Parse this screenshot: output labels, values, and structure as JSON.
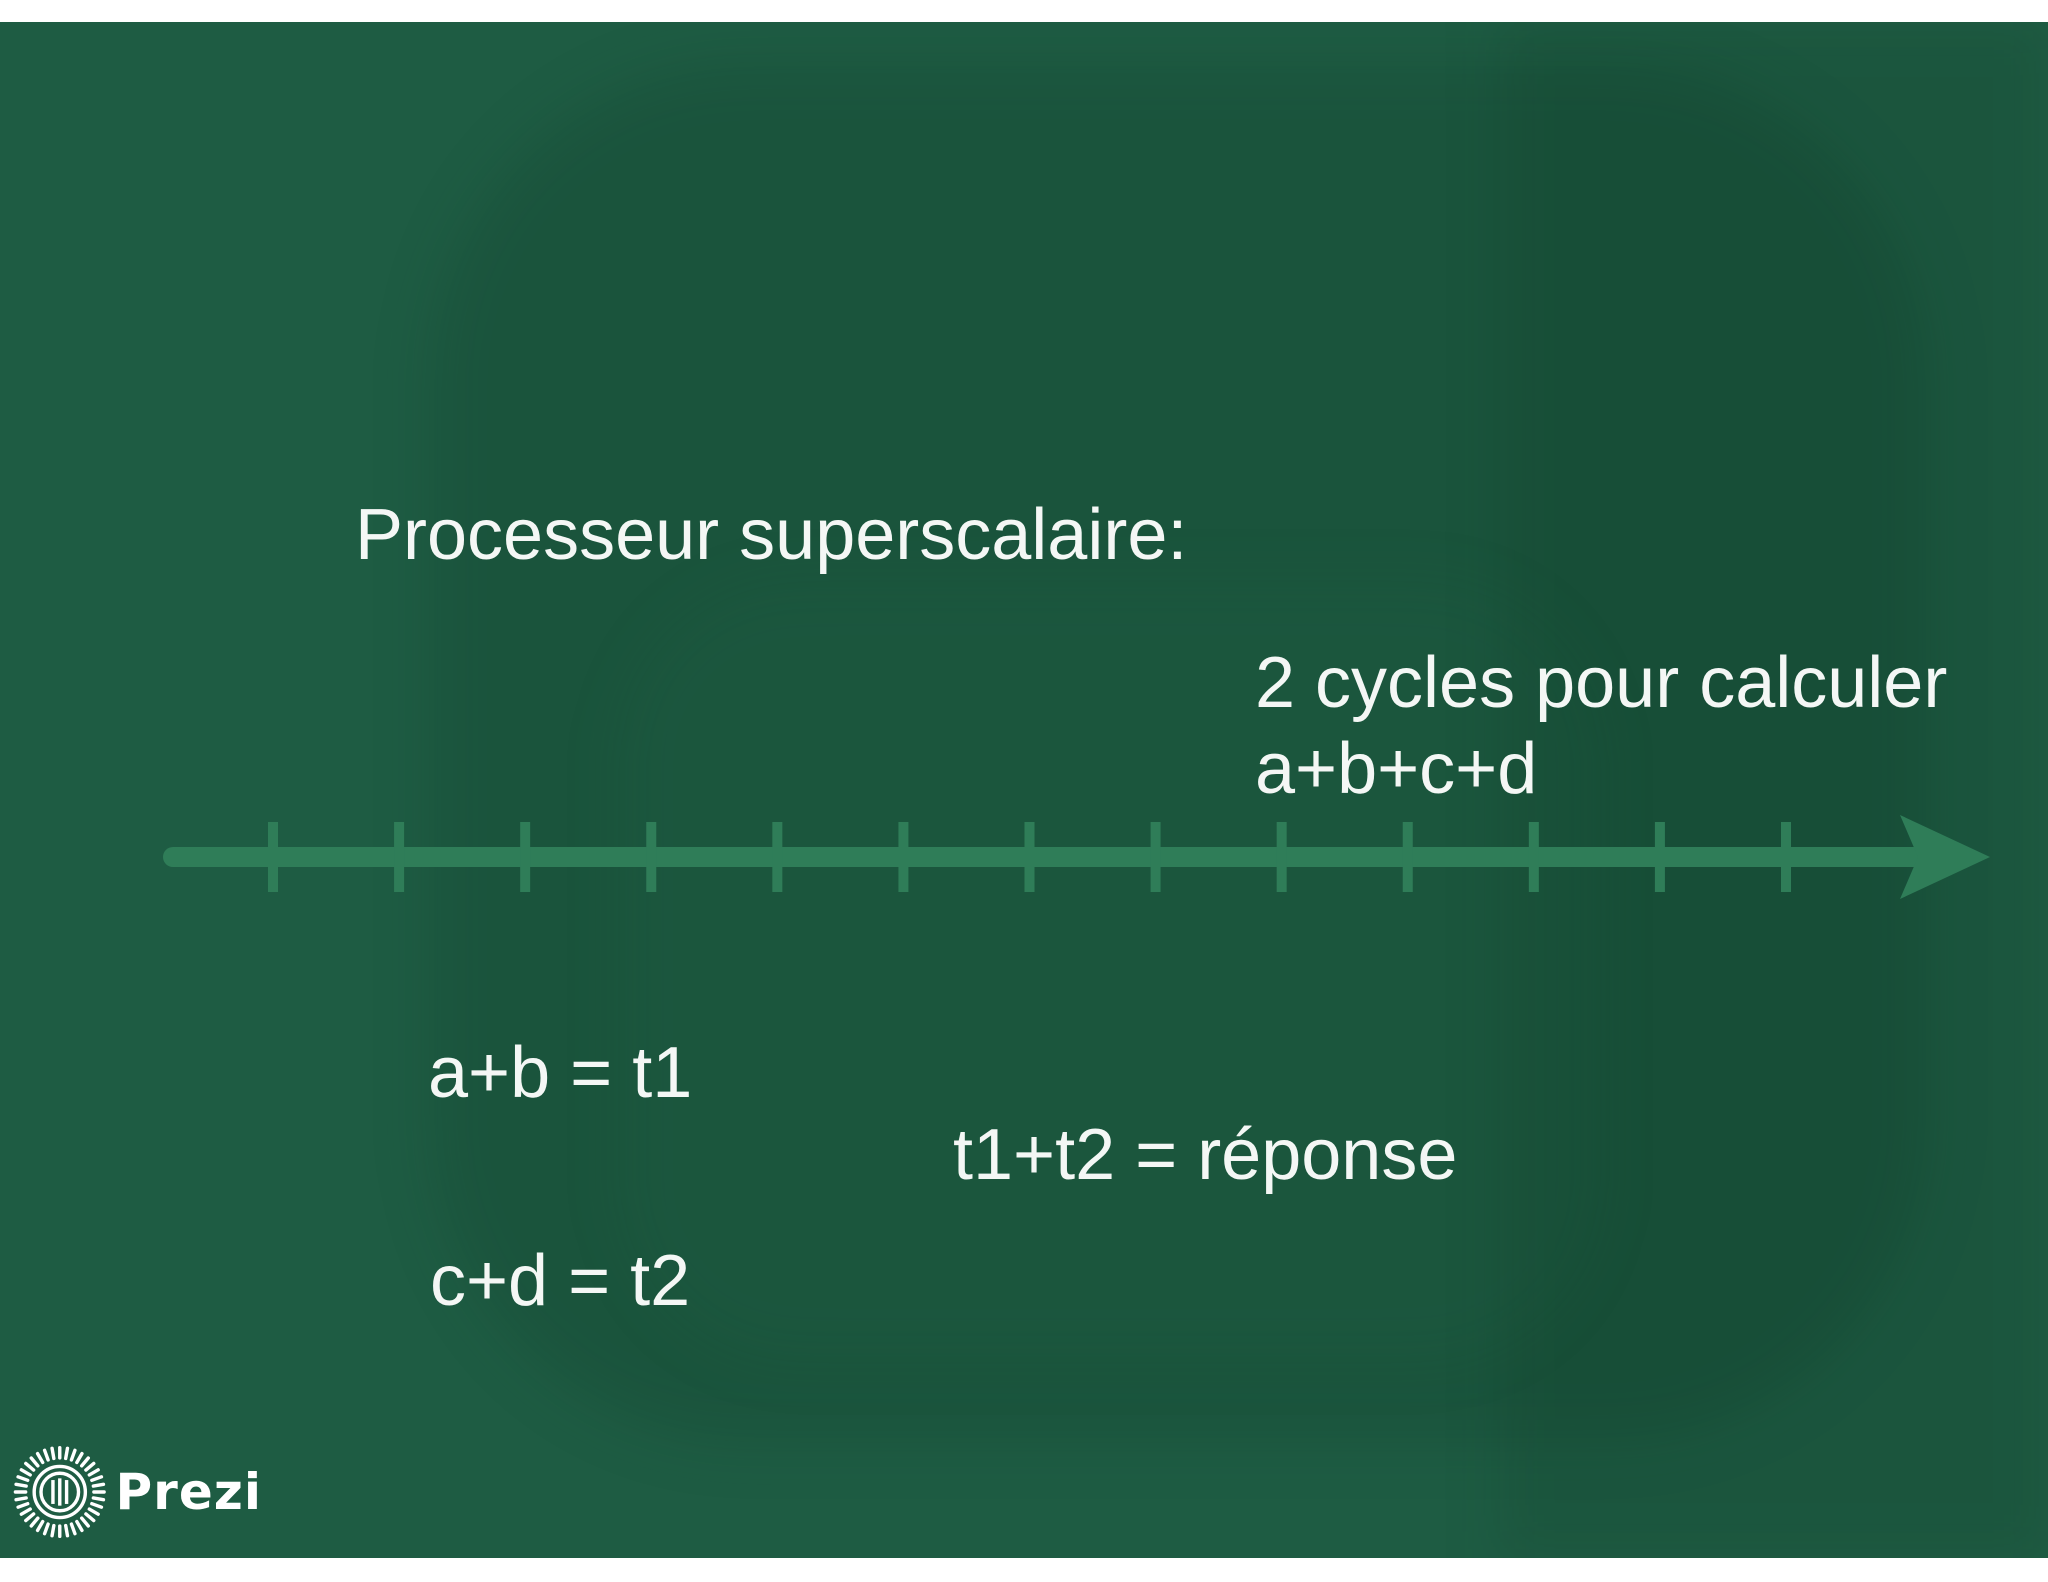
{
  "slide": {
    "title": "Processeur superscalaire:",
    "cycles_line1": "2 cycles pour calculer",
    "cycles_line2": "a+b+c+d",
    "equation_1": "a+b = t1",
    "equation_2": "c+d = t2",
    "equation_3": "t1+t2 = réponse"
  },
  "timeline": {
    "icon": "arrow-timeline",
    "tick_count": 13,
    "color": "#2f7d58"
  },
  "branding": {
    "logo_text": "Prezi",
    "logo_icon": "prezi-logo-icon"
  },
  "colors": {
    "background": "#1e5c43",
    "text": "#f4f7f5",
    "accent": "#2f7d58"
  }
}
